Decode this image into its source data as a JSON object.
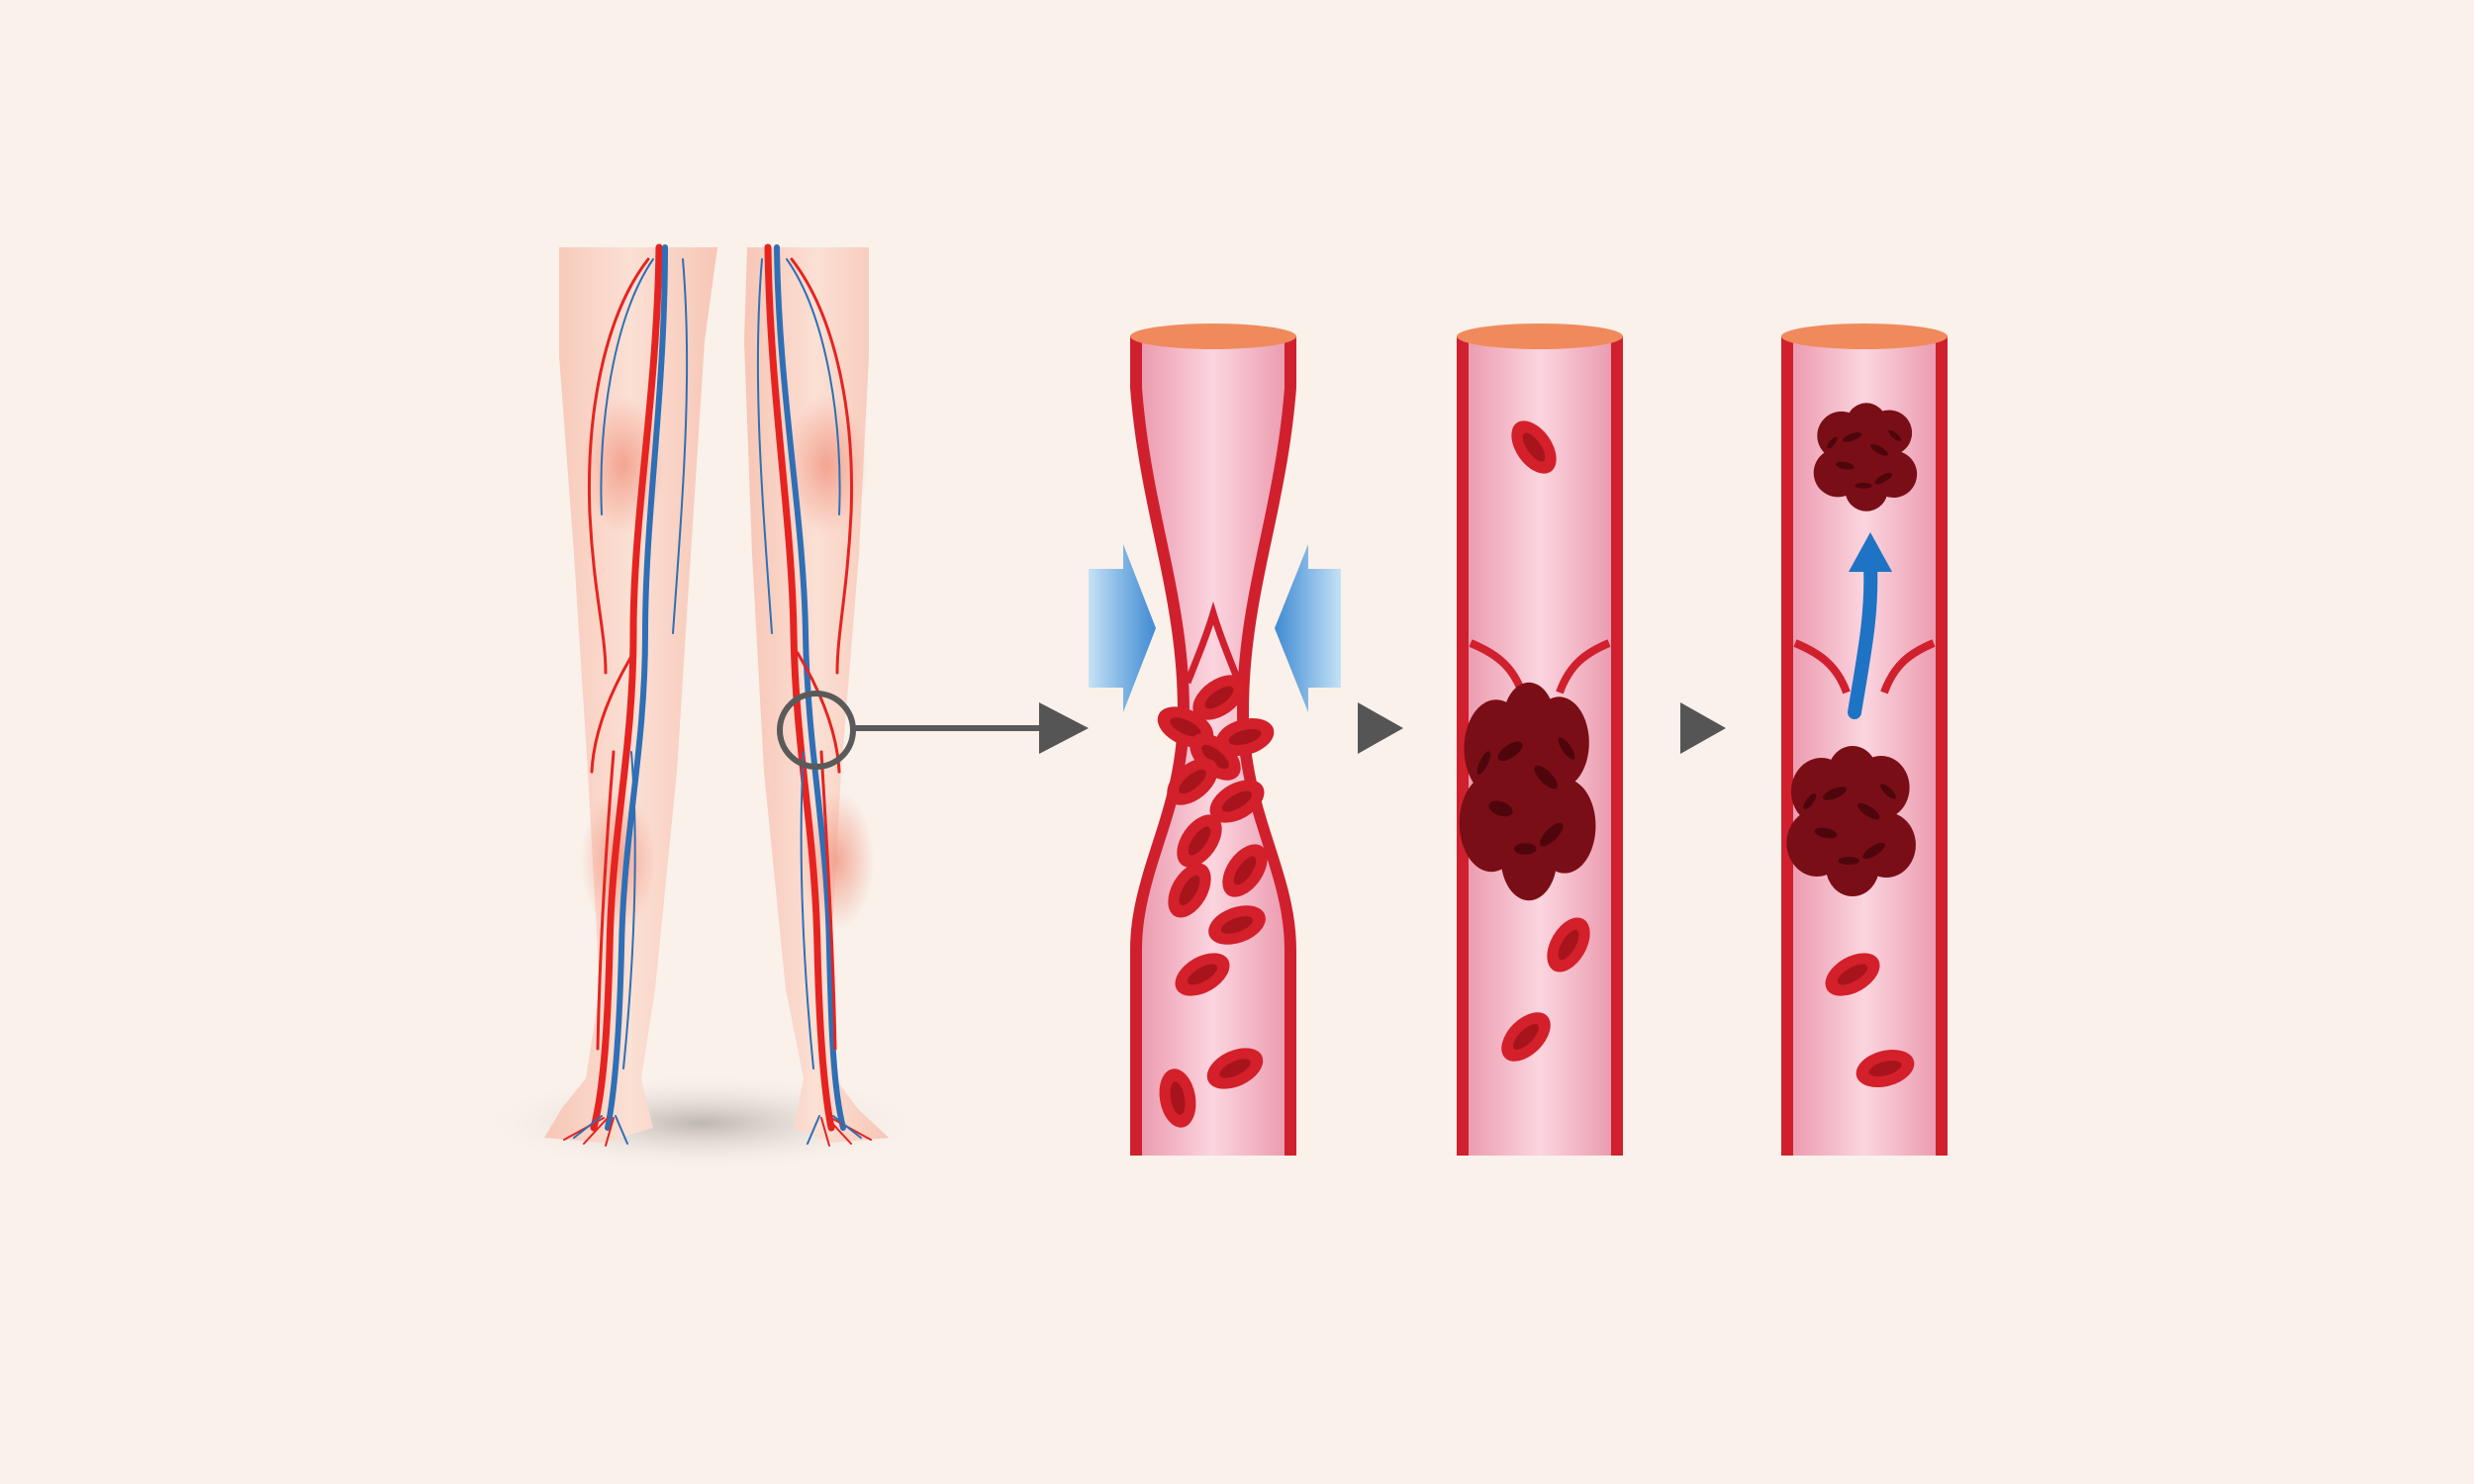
{
  "diagram": {
    "kind": "deep-vein-thrombosis-illustration",
    "has_text": false,
    "panels": [
      {
        "name": "legs",
        "content": "legs-with-arteries-and-veins"
      },
      {
        "name": "stage-1",
        "content": "vein-compressed-blood-cells-pooling"
      },
      {
        "name": "stage-2",
        "content": "clot-forms-in-vein"
      },
      {
        "name": "stage-3",
        "content": "clot-fragment-breaks-off-and-travels"
      }
    ],
    "arrows": [
      "magnifier-to-stage-1",
      "stage-1-to-stage-2",
      "stage-2-to-stage-3"
    ]
  },
  "colors": {
    "background": "#f9f1ea",
    "skin": "#f9d2c4",
    "artery": "#e52421",
    "vein": "#2f6fb5",
    "vessel_wall": "#d0202e",
    "vessel_lumen": "#f4b6c4",
    "vessel_rim": "#f08a5d",
    "blood_cell": "#d3202a",
    "clot": "#7a0e16",
    "pressure_arrow": "#3a8fd6",
    "step_arrow": "#555555"
  },
  "icons": {
    "pressure": "compression-arrow-icon",
    "step": "triangle-right-icon",
    "movement": "up-arrow-icon"
  }
}
